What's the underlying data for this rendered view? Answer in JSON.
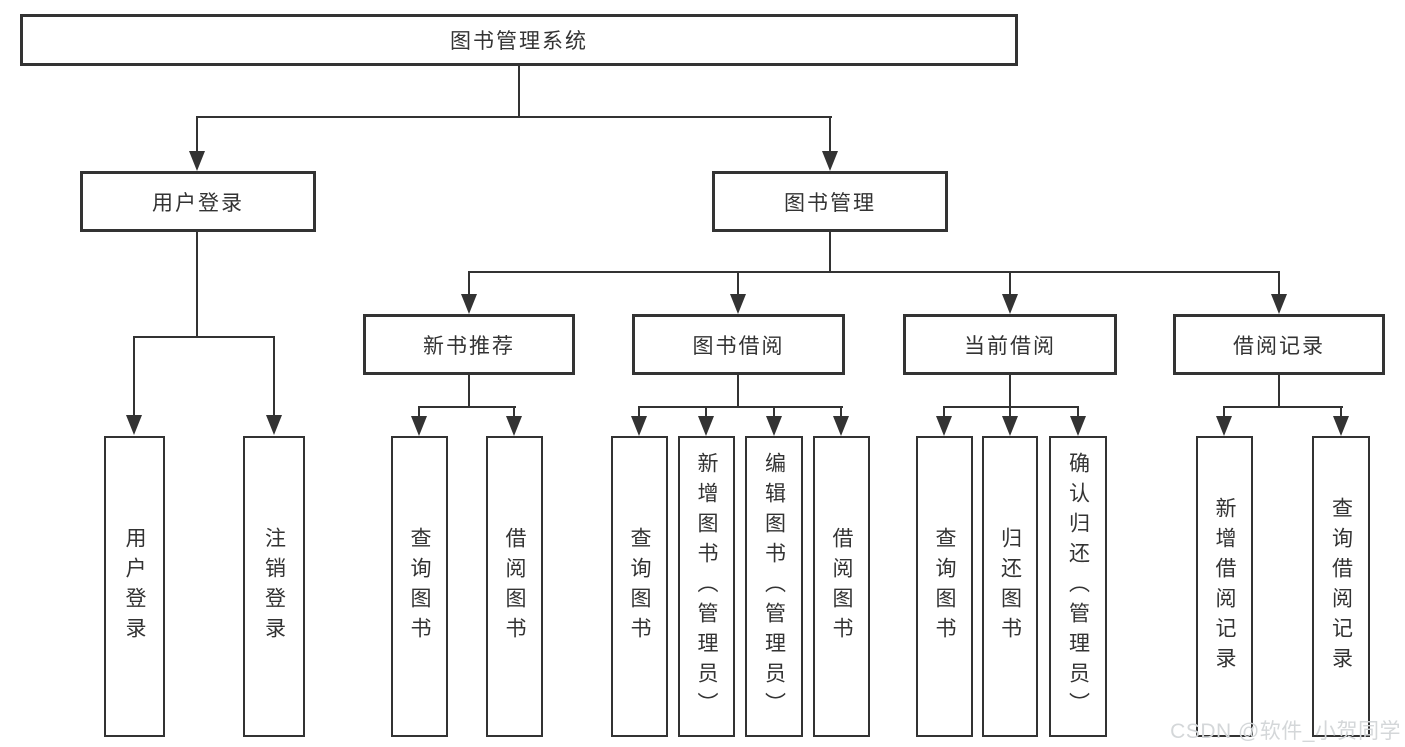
{
  "colors": {
    "line": "#333333",
    "text": "#333333",
    "background": "#ffffff",
    "watermark": "#d4d7d9"
  },
  "watermark": "CSDN @软件_小贺同学",
  "tree": {
    "label": "图书管理系统",
    "children": [
      {
        "label": "用户登录",
        "children": [
          {
            "label": "用户登录"
          },
          {
            "label": "注销登录"
          }
        ]
      },
      {
        "label": "图书管理",
        "children": [
          {
            "label": "新书推荐",
            "children": [
              {
                "label": "查询图书"
              },
              {
                "label": "借阅图书"
              }
            ]
          },
          {
            "label": "图书借阅",
            "children": [
              {
                "label": "查询图书"
              },
              {
                "label": "新增图书（管理员）"
              },
              {
                "label": "编辑图书（管理员）"
              },
              {
                "label": "借阅图书"
              }
            ]
          },
          {
            "label": "当前借阅",
            "children": [
              {
                "label": "查询图书"
              },
              {
                "label": "归还图书"
              },
              {
                "label": "确认归还（管理员）"
              }
            ]
          },
          {
            "label": "借阅记录",
            "children": [
              {
                "label": "新增借阅记录"
              },
              {
                "label": "查询借阅记录"
              }
            ]
          }
        ]
      }
    ]
  }
}
